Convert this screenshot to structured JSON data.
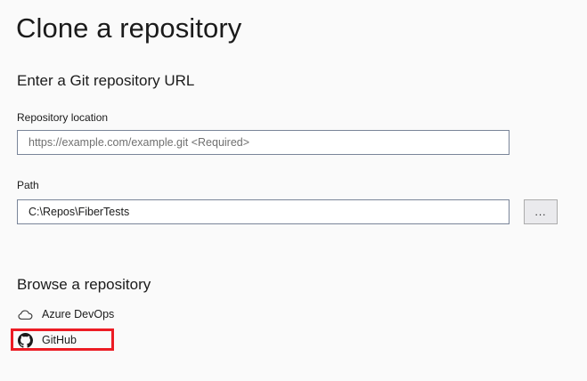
{
  "page": {
    "title": "Clone a repository"
  },
  "url_section": {
    "heading": "Enter a Git repository URL",
    "repository_location": {
      "label": "Repository location",
      "value": "",
      "placeholder": "https://example.com/example.git <Required>"
    },
    "path": {
      "label": "Path",
      "value": "C:\\Repos\\FiberTests",
      "placeholder": ""
    },
    "browse_button": {
      "label": "...",
      "icon": "ellipsis-icon"
    }
  },
  "browse_section": {
    "heading": "Browse a repository",
    "items": [
      {
        "label": "Azure DevOps",
        "icon": "cloud-icon"
      },
      {
        "label": "GitHub",
        "icon": "github-icon"
      }
    ]
  },
  "annotation": {
    "highlight_color": "#EC1C24",
    "target": "GitHub"
  },
  "colors": {
    "background": "#FAFAFA",
    "text": "#1B1B1B",
    "input_border": "#7A8599",
    "placeholder": "#707070",
    "button_face": "#EAEAED",
    "button_border": "#ACACAC"
  }
}
